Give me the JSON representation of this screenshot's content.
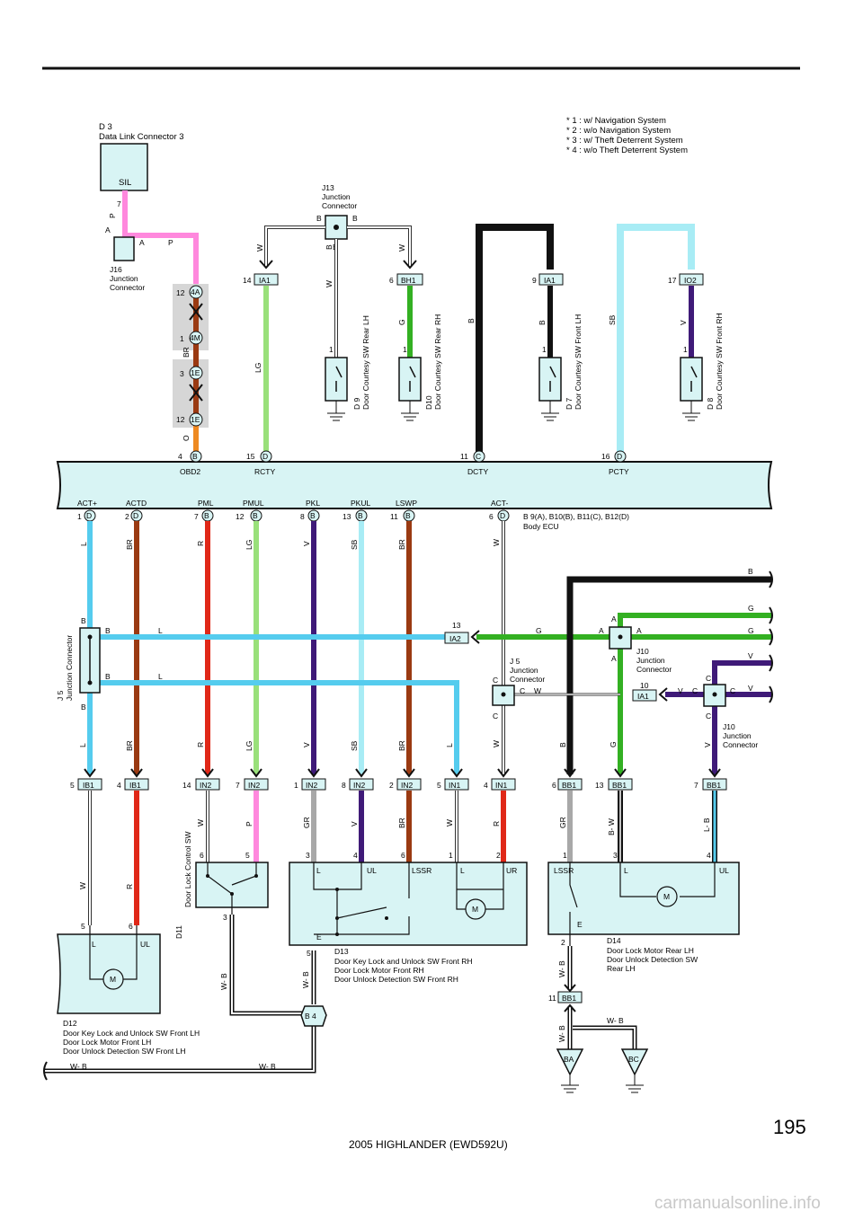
{
  "page_number": "195",
  "footer": "2005 HIGHLANDER (EWD592U)",
  "watermark": "carmanualsonline.info",
  "notes": [
    "* 1 : w/ Navigation System",
    "* 2 : w/o Navigation System",
    "* 3 : w/ Theft Deterrent System",
    "* 4 : w/o Theft Deterrent System"
  ],
  "colors": {
    "L": "#55ccee",
    "BR": "#9a3a12",
    "R": "#e02818",
    "LG": "#99e07a",
    "V": "#3f1a78",
    "SB": "#a8ecf5",
    "P": "#ff88dd",
    "O": "#ee8a22",
    "G": "#33b022",
    "B": "#111111",
    "GR": "#a8a8a8",
    "W": "#ffffff",
    "box": "#d8f4f4"
  },
  "top": {
    "d3": [
      "D 3",
      "Data Link Connector 3"
    ],
    "d3_sil": "SIL",
    "d3_pin": "7",
    "d3_wire": "P",
    "j16": [
      "J16",
      "Junction",
      "Connector"
    ],
    "j16_pins": [
      "A",
      "A"
    ],
    "j16_wire": "P",
    "j13": [
      "J13",
      "Junction",
      "Connector"
    ],
    "j13_pins": [
      "B",
      "B",
      "B"
    ],
    "conn": [
      {
        "pin": "12",
        "id": "4A"
      },
      {
        "pin": "1",
        "id": "4M"
      },
      {
        "pin": "3",
        "id": "1E"
      },
      {
        "pin": "12",
        "id": "1E"
      }
    ],
    "wire_br": "BR",
    "wire_o": "O",
    "ia1": {
      "pin": "14",
      "id": "IA1",
      "wire_w": "W",
      "wire_lg": "LG"
    },
    "bh1": {
      "pin": "6",
      "id": "BH1",
      "wire_w": "W",
      "wire_g": "G"
    },
    "ia1b": {
      "pin": "9",
      "id": "IA1",
      "wire": "B"
    },
    "io2": {
      "pin": "17",
      "id": "IO2",
      "wire": "V"
    },
    "wire_b_left": "B",
    "wire_sb": "SB",
    "wire_w_mid": "W",
    "switches": [
      {
        "pin": "1",
        "name": [
          "D 9",
          "Door Courtesy SW Rear LH"
        ]
      },
      {
        "pin": "1",
        "name": [
          "D10",
          "Door Courtesy SW Rear RH"
        ]
      },
      {
        "pin": "1",
        "name": [
          "D 7",
          "Door Courtesy SW Front LH"
        ]
      },
      {
        "pin": "1",
        "name": [
          "D 8",
          "Door Courtesy SW Front RH"
        ]
      }
    ]
  },
  "ecu": {
    "top_pins": [
      {
        "pin": "4",
        "id": "B",
        "name": "OBD2"
      },
      {
        "pin": "15",
        "id": "D",
        "name": "RCTY"
      },
      {
        "pin": "11",
        "id": "C",
        "name": "DCTY"
      },
      {
        "pin": "16",
        "id": "D",
        "name": "PCTY"
      }
    ],
    "bottom_names": [
      "ACT+",
      "ACTD",
      "PML",
      "PMUL",
      "PKL",
      "PKUL",
      "LSWP",
      "ACT-"
    ],
    "bottom_pins": [
      {
        "pin": "1",
        "id": "D"
      },
      {
        "pin": "2",
        "id": "D"
      },
      {
        "pin": "7",
        "id": "B"
      },
      {
        "pin": "12",
        "id": "B"
      },
      {
        "pin": "8",
        "id": "B"
      },
      {
        "pin": "13",
        "id": "B"
      },
      {
        "pin": "11",
        "id": "B"
      },
      {
        "pin": "6",
        "id": "D"
      }
    ],
    "label": [
      "B 9(A), B10(B), B11(C), B12(D)",
      "Body ECU"
    ]
  },
  "mid": {
    "wires": [
      "L",
      "BR",
      "R",
      "LG",
      "V",
      "SB",
      "BR",
      "W"
    ],
    "wires_low": [
      "L",
      "BR",
      "R",
      "LG",
      "V",
      "SB",
      "BR",
      "L",
      "W",
      "B",
      "G",
      "V"
    ],
    "j5": [
      "J 5",
      "Junction Connector"
    ],
    "j5_pins": [
      "B",
      "B",
      "B",
      "B"
    ],
    "l_labels": [
      "L",
      "L"
    ],
    "ia2": {
      "pin": "13",
      "id": "IA2",
      "wire": "G"
    },
    "j5b": [
      "J 5",
      "Junction",
      "Connector"
    ],
    "j5b_pins": [
      "C",
      "C",
      "C"
    ],
    "j5b_wire": "W",
    "j10a": [
      "J10",
      "Junction",
      "Connector"
    ],
    "j10a_pins": [
      "A",
      "A",
      "A",
      "A"
    ],
    "j10b": [
      "J10",
      "Junction",
      "Connector"
    ],
    "j10b_pins": [
      "C",
      "C",
      "C",
      "C"
    ],
    "ia1": {
      "pin": "10",
      "id": "IA1",
      "wire": "V"
    },
    "right_wires": [
      "B",
      "G",
      "G",
      "V",
      "V"
    ]
  },
  "lower_conn": [
    {
      "pin": "5",
      "id": "IB1"
    },
    {
      "pin": "4",
      "id": "IB1"
    },
    {
      "pin": "14",
      "id": "IN2"
    },
    {
      "pin": "7",
      "id": "IN2"
    },
    {
      "pin": "1",
      "id": "IN2"
    },
    {
      "pin": "8",
      "id": "IN2"
    },
    {
      "pin": "2",
      "id": "IN2"
    },
    {
      "pin": "5",
      "id": "IN1"
    },
    {
      "pin": "4",
      "id": "IN1"
    },
    {
      "pin": "6",
      "id": "BB1"
    },
    {
      "pin": "13",
      "id": "BB1"
    },
    {
      "pin": "7",
      "id": "BB1"
    }
  ],
  "lower_wires": [
    "W",
    "R",
    "W",
    "P",
    "GR",
    "V",
    "BR",
    "W",
    "R",
    "GR",
    "B- W",
    "L- B"
  ],
  "d11": {
    "name": [
      "D11",
      "Door Lock Control SW"
    ],
    "pins": [
      "6",
      "5",
      "3"
    ]
  },
  "d13": {
    "name": [
      "D13",
      "Door Key Lock and Unlock SW Front RH",
      "Door Lock Motor Front RH",
      "Door Unlock Detection SW Front RH"
    ],
    "pins": [
      "3",
      "4",
      "6",
      "1",
      "2",
      "5"
    ],
    "terms": [
      "L",
      "UL",
      "LSSR",
      "L",
      "UR",
      "E"
    ]
  },
  "d14": {
    "name": [
      "D14",
      "Door Lock Motor Rear LH",
      "Door Unlock Detection SW",
      "Rear LH"
    ],
    "pins": [
      "1",
      "3",
      "4",
      "2"
    ],
    "terms": [
      "LSSR",
      "L",
      "UL",
      "E"
    ]
  },
  "d12": {
    "name": [
      "D12",
      "Door Key Lock and Unlock SW Front LH",
      "Door Lock Motor Front LH",
      "Door Unlock Detection SW  Front LH"
    ],
    "pins": [
      "5",
      "6"
    ],
    "terms": [
      "L",
      "UL"
    ]
  },
  "ground": {
    "b4": "B 4",
    "wb": "W- B",
    "bb1": {
      "pin": "11",
      "id": "BB1"
    },
    "ba": "BA",
    "bc": "BC"
  },
  "motor": "M"
}
